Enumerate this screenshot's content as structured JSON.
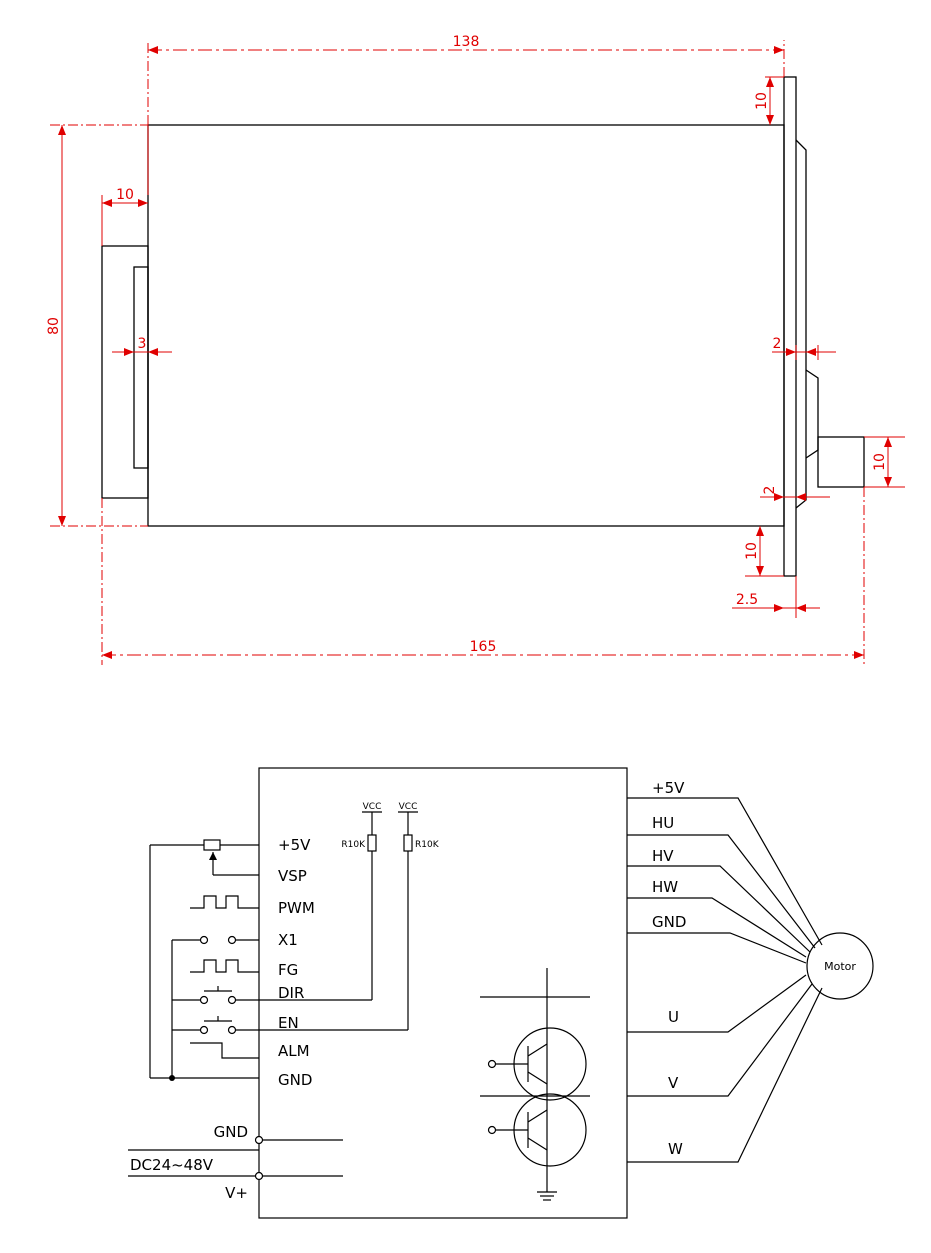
{
  "dimensions": {
    "width_total": "165",
    "width_body": "138",
    "height_body": "80",
    "flange_top": "10",
    "flange_bottom": "10",
    "left_block": "10",
    "left_inner": "3",
    "flange_thickness": "2",
    "shaft_gap": "2",
    "flange_base": "2.5",
    "shaft_diameter": "10"
  },
  "wiring": {
    "left_pins": [
      "+5V",
      "VSP",
      "PWM",
      "X1",
      "FG",
      "DIR",
      "EN",
      "ALM",
      "GND"
    ],
    "vcc_labels": [
      "VCC",
      "VCC"
    ],
    "resistor_labels": [
      "R10K",
      "R10K"
    ],
    "power_labels": [
      "GND",
      "DC24~48V",
      "V+"
    ],
    "right_pins": [
      "+5V",
      "HU",
      "HV",
      "HW",
      "GND",
      "U",
      "V",
      "W"
    ],
    "motor_label": "Motor"
  },
  "colors": {
    "dimension": "#e00000",
    "line": "#000000"
  }
}
